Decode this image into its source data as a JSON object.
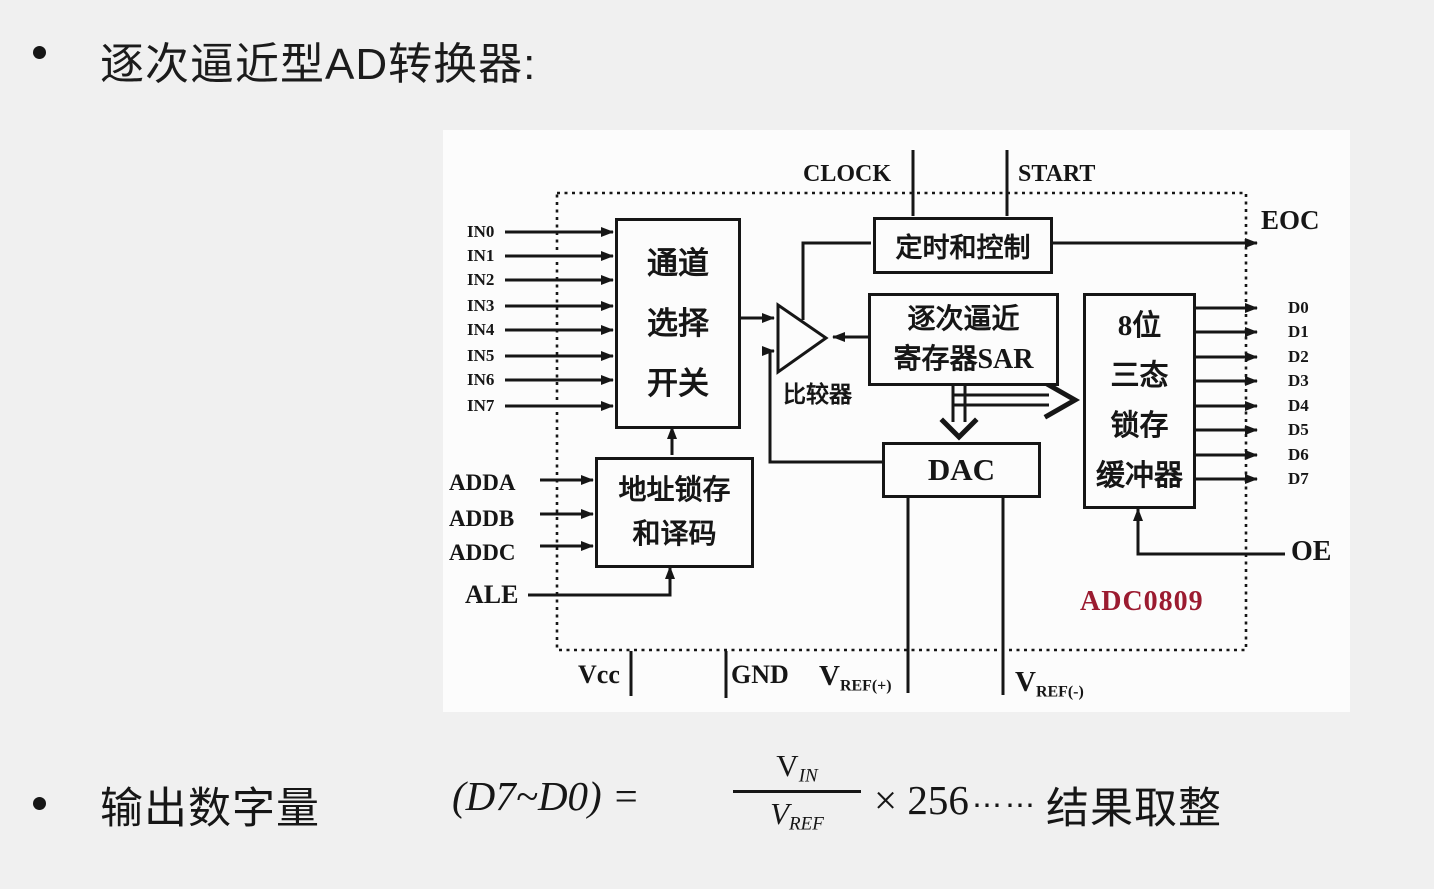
{
  "colors": {
    "background": "#f0f0f0",
    "panel": "#fcfcfc",
    "ink": "#161616",
    "chip_red": "#9b1b30"
  },
  "heading": {
    "text": "逐次逼近型AD转换器:"
  },
  "diagram": {
    "chip_name": "ADC0809",
    "pins": {
      "analog_inputs": [
        "IN0",
        "IN1",
        "IN2",
        "IN3",
        "IN4",
        "IN5",
        "IN6",
        "IN7"
      ],
      "address_inputs": [
        "ADDA",
        "ADDB",
        "ADDC"
      ],
      "ale": "ALE",
      "clock": "CLOCK",
      "start": "START",
      "eoc": "EOC",
      "data_outputs": [
        "D0",
        "D1",
        "D2",
        "D3",
        "D4",
        "D5",
        "D6",
        "D7"
      ],
      "oe": "OE",
      "vcc": "Vcc",
      "gnd": "GND",
      "vref_plus": {
        "base": "V",
        "sub": "REF(+)"
      },
      "vref_minus": {
        "base": "V",
        "sub": "REF(-)"
      }
    },
    "blocks": {
      "channel_switch": {
        "line1": "通道",
        "line2": "选择",
        "line3": "开关"
      },
      "address_latch": {
        "line1": "地址锁存",
        "line2": "和译码"
      },
      "timing_control": {
        "text": "定时和控制"
      },
      "sar": {
        "line1": "逐次逼近",
        "line2": "寄存器SAR"
      },
      "dac": {
        "text": "DAC"
      },
      "tristate_buffer": {
        "line1": "8位",
        "line2": "三态",
        "line3": "锁存",
        "line4": "缓冲器"
      },
      "comparator": {
        "label": "比较器"
      }
    }
  },
  "formula_line": {
    "label": "输出数字量",
    "lhs": "(D7~D0) =",
    "numerator": {
      "base": "V",
      "sub": "IN"
    },
    "denominator": {
      "base": "V",
      "sub": "REF"
    },
    "multiplier": "× 256",
    "ellipsis": "⋯⋯",
    "note": "结果取整"
  }
}
